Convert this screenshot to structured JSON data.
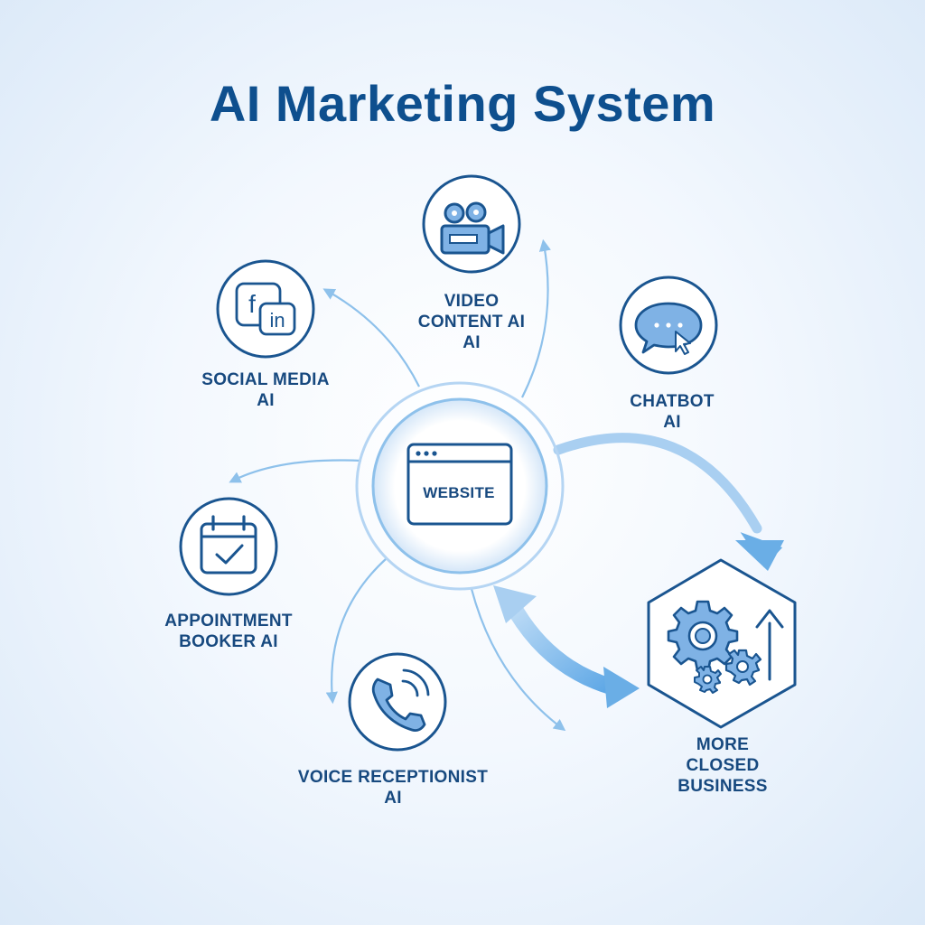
{
  "title": "AI Marketing System",
  "center": {
    "label": "WEBSITE"
  },
  "nodes": {
    "video": {
      "line1": "VIDEO",
      "line2": "CONTENT AI",
      "line3": "AI",
      "icon": "video-camera-icon"
    },
    "social": {
      "line1": "SOCIAL MEDIA",
      "line2": "AI",
      "icon": "social-media-icon"
    },
    "chatbot": {
      "line1": "CHATBOT",
      "line2": "AI",
      "icon": "chat-bubble-icon"
    },
    "appointment": {
      "line1": "APPOINTMENT",
      "line2": "BOOKER AI",
      "icon": "calendar-check-icon"
    },
    "voice": {
      "line1": "VOICE RECEPTIONIST",
      "line2": "AI",
      "icon": "phone-icon"
    },
    "business": {
      "line1": "MORE",
      "line2": "CLOSED",
      "line3": "BUSINESS",
      "icon": "gears-growth-icon"
    }
  },
  "icon_text": {
    "facebook": "f",
    "linkedin": "in"
  },
  "colors": {
    "title": "#0e4f8e",
    "stroke": "#1a5590",
    "icon_fill": "#7fb2e5",
    "arrow_light": "#8ec1eb",
    "arrow_strong": "#6aaee6"
  }
}
